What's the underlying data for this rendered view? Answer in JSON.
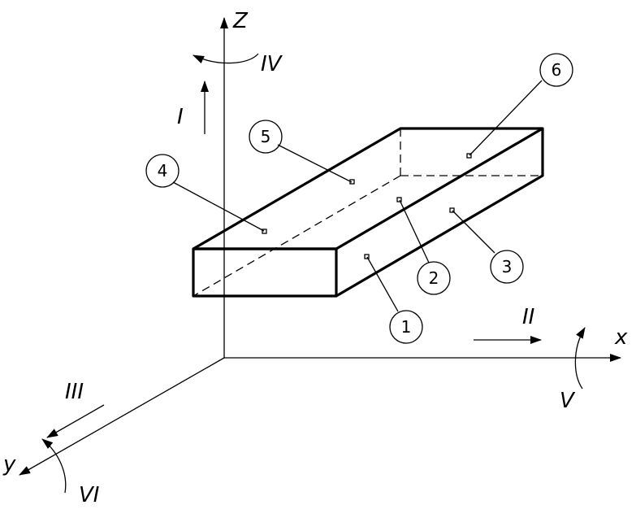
{
  "axes": {
    "z": "Z",
    "x": "x",
    "y": "y"
  },
  "motions": {
    "I": "I",
    "II": "II",
    "III": "III",
    "IV": "IV",
    "V": "V",
    "VI": "VI"
  },
  "points": [
    "1",
    "2",
    "3",
    "4",
    "5",
    "6"
  ],
  "colors": {
    "stroke": "#000000",
    "background": "#ffffff"
  }
}
